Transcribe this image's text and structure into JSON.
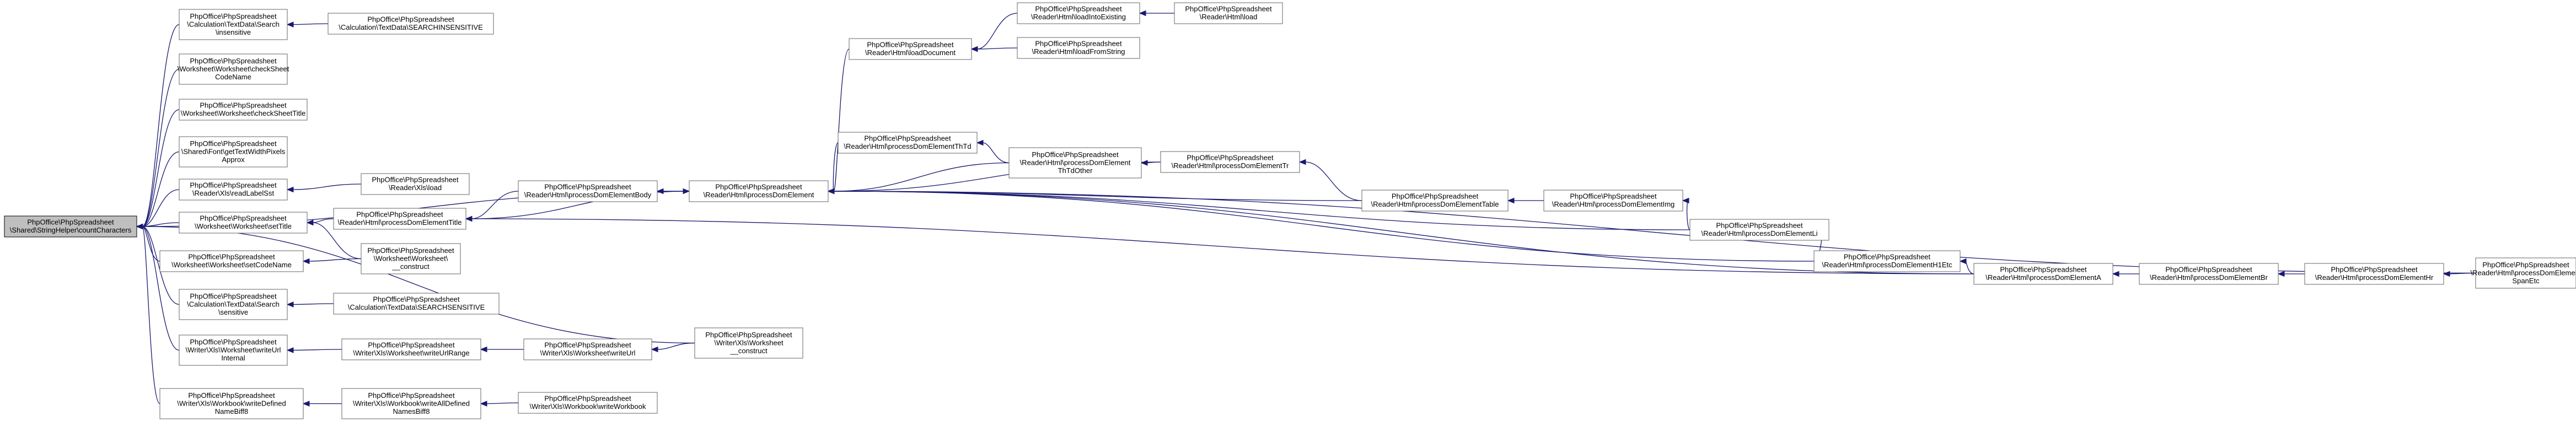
{
  "graph": {
    "title": "",
    "colors": {
      "edge": "#191970",
      "node_border": "#666666",
      "root_fill": "#bfbfbf",
      "background": "#ffffff"
    },
    "nodes": [
      {
        "id": "root",
        "lines": [
          "PhpOffice\\PhpSpreadsheet",
          "\\Shared\\StringHelper\\countCharacters"
        ],
        "root": true
      },
      {
        "id": "n1",
        "lines": [
          "PhpOffice\\PhpSpreadsheet",
          "\\Calculation\\TextData\\Search",
          "\\insensitive"
        ]
      },
      {
        "id": "n2",
        "lines": [
          "PhpOffice\\PhpSpreadsheet",
          "\\Calculation\\TextData\\SEARCHINSENSITIVE"
        ]
      },
      {
        "id": "n3",
        "lines": [
          "PhpOffice\\PhpSpreadsheet",
          "\\Worksheet\\Worksheet\\checkSheet",
          "CodeName"
        ]
      },
      {
        "id": "n4",
        "lines": [
          "PhpOffice\\PhpSpreadsheet",
          "\\Worksheet\\Worksheet\\checkSheetTitle"
        ]
      },
      {
        "id": "n5",
        "lines": [
          "PhpOffice\\PhpSpreadsheet",
          "\\Shared\\Font\\getTextWidthPixels",
          "Approx"
        ]
      },
      {
        "id": "n6",
        "lines": [
          "PhpOffice\\PhpSpreadsheet",
          "\\Reader\\Xls\\readLabelSst"
        ]
      },
      {
        "id": "n7",
        "lines": [
          "PhpOffice\\PhpSpreadsheet",
          "\\Reader\\Xls\\load"
        ]
      },
      {
        "id": "n8",
        "lines": [
          "PhpOffice\\PhpSpreadsheet",
          "\\Worksheet\\Worksheet\\setTitle"
        ]
      },
      {
        "id": "n9",
        "lines": [
          "PhpOffice\\PhpSpreadsheet",
          "\\Reader\\Html\\processDomElementTitle"
        ]
      },
      {
        "id": "n10",
        "lines": [
          "PhpOffice\\PhpSpreadsheet",
          "\\Worksheet\\Worksheet\\",
          "__construct"
        ]
      },
      {
        "id": "n11",
        "lines": [
          "PhpOffice\\PhpSpreadsheet",
          "\\Worksheet\\Worksheet\\setCodeName"
        ]
      },
      {
        "id": "n12",
        "lines": [
          "PhpOffice\\PhpSpreadsheet",
          "\\Calculation\\TextData\\Search",
          "\\sensitive"
        ]
      },
      {
        "id": "n13",
        "lines": [
          "PhpOffice\\PhpSpreadsheet",
          "\\Calculation\\TextData\\SEARCHSENSITIVE"
        ]
      },
      {
        "id": "n14",
        "lines": [
          "PhpOffice\\PhpSpreadsheet",
          "\\Writer\\Xls\\Worksheet\\writeUrl",
          "Internal"
        ]
      },
      {
        "id": "n15",
        "lines": [
          "PhpOffice\\PhpSpreadsheet",
          "\\Writer\\Xls\\Worksheet\\writeUrlRange"
        ]
      },
      {
        "id": "n16",
        "lines": [
          "PhpOffice\\PhpSpreadsheet",
          "\\Writer\\Xls\\Worksheet\\writeUrl"
        ]
      },
      {
        "id": "n17",
        "lines": [
          "PhpOffice\\PhpSpreadsheet",
          "\\Writer\\Xls\\Worksheet",
          "__construct"
        ]
      },
      {
        "id": "n18",
        "lines": [
          "PhpOffice\\PhpSpreadsheet",
          "\\Writer\\Xls\\Workbook\\writeDefined",
          "NameBiff8"
        ]
      },
      {
        "id": "n19",
        "lines": [
          "PhpOffice\\PhpSpreadsheet",
          "\\Writer\\Xls\\Workbook\\writeAllDefined",
          "NamesBiff8"
        ]
      },
      {
        "id": "n20",
        "lines": [
          "PhpOffice\\PhpSpreadsheet",
          "\\Writer\\Xls\\Workbook\\writeWorkbook"
        ]
      },
      {
        "id": "n21",
        "lines": [
          "PhpOffice\\PhpSpreadsheet",
          "\\Reader\\Html\\processDomElementBody"
        ]
      },
      {
        "id": "n22",
        "lines": [
          "PhpOffice\\PhpSpreadsheet",
          "\\Reader\\Html\\processDomElement"
        ]
      },
      {
        "id": "n23",
        "lines": [
          "PhpOffice\\PhpSpreadsheet",
          "\\Reader\\Html\\loadDocument"
        ]
      },
      {
        "id": "n24",
        "lines": [
          "PhpOffice\\PhpSpreadsheet",
          "\\Reader\\Html\\loadIntoExisting"
        ]
      },
      {
        "id": "n25",
        "lines": [
          "PhpOffice\\PhpSpreadsheet",
          "\\Reader\\Html\\load"
        ]
      },
      {
        "id": "n26",
        "lines": [
          "PhpOffice\\PhpSpreadsheet",
          "\\Reader\\Html\\loadFromString"
        ]
      },
      {
        "id": "n27",
        "lines": [
          "PhpOffice\\PhpSpreadsheet",
          "\\Reader\\Html\\processDomElementThTd"
        ]
      },
      {
        "id": "n28",
        "lines": [
          "PhpOffice\\PhpSpreadsheet",
          "\\Reader\\Html\\processDomElement",
          "ThTdOther"
        ]
      },
      {
        "id": "n29",
        "lines": [
          "PhpOffice\\PhpSpreadsheet",
          "\\Reader\\Html\\processDomElementTr"
        ]
      },
      {
        "id": "n30",
        "lines": [
          "PhpOffice\\PhpSpreadsheet",
          "\\Reader\\Html\\processDomElementTable"
        ]
      },
      {
        "id": "n31",
        "lines": [
          "PhpOffice\\PhpSpreadsheet",
          "\\Reader\\Html\\processDomElementImg"
        ]
      },
      {
        "id": "n32",
        "lines": [
          "PhpOffice\\PhpSpreadsheet",
          "\\Reader\\Html\\processDomElementLi"
        ]
      },
      {
        "id": "n33",
        "lines": [
          "PhpOffice\\PhpSpreadsheet",
          "\\Reader\\Html\\processDomElementH1Etc"
        ]
      },
      {
        "id": "n34",
        "lines": [
          "PhpOffice\\PhpSpreadsheet",
          "\\Reader\\Html\\processDomElementA"
        ]
      },
      {
        "id": "n35",
        "lines": [
          "PhpOffice\\PhpSpreadsheet",
          "\\Reader\\Html\\processDomElementBr"
        ]
      },
      {
        "id": "n36",
        "lines": [
          "PhpOffice\\PhpSpreadsheet",
          "\\Reader\\Html\\processDomElementHr"
        ]
      },
      {
        "id": "n37",
        "lines": [
          "PhpOffice\\PhpSpreadsheet",
          "\\Reader\\Html\\processDomElement",
          "SpanEtc"
        ]
      }
    ],
    "edges": [
      {
        "from": "n1",
        "to": "root"
      },
      {
        "from": "n3",
        "to": "root"
      },
      {
        "from": "n4",
        "to": "root"
      },
      {
        "from": "n5",
        "to": "root"
      },
      {
        "from": "n6",
        "to": "root"
      },
      {
        "from": "n8",
        "to": "root"
      },
      {
        "from": "n11",
        "to": "root"
      },
      {
        "from": "n12",
        "to": "root"
      },
      {
        "from": "n14",
        "to": "root"
      },
      {
        "from": "n18",
        "to": "root"
      },
      {
        "from": "n17",
        "to": "root"
      },
      {
        "from": "n22",
        "to": "root"
      },
      {
        "from": "n2",
        "to": "n1"
      },
      {
        "from": "n7",
        "to": "n6"
      },
      {
        "from": "n9",
        "to": "n8"
      },
      {
        "from": "n10",
        "to": "n8"
      },
      {
        "from": "n10",
        "to": "n11"
      },
      {
        "from": "n13",
        "to": "n12"
      },
      {
        "from": "n15",
        "to": "n14"
      },
      {
        "from": "n16",
        "to": "n15"
      },
      {
        "from": "n17",
        "to": "n16"
      },
      {
        "from": "n19",
        "to": "n18"
      },
      {
        "from": "n20",
        "to": "n19"
      },
      {
        "from": "n21",
        "to": "n9"
      },
      {
        "from": "n22",
        "to": "n9"
      },
      {
        "from": "n34",
        "to": "n9"
      },
      {
        "from": "n22",
        "to": "n21"
      },
      {
        "from": "n21",
        "to": "n22"
      },
      {
        "from": "n23",
        "to": "n22"
      },
      {
        "from": "n24",
        "to": "n23"
      },
      {
        "from": "n26",
        "to": "n23"
      },
      {
        "from": "n25",
        "to": "n24"
      },
      {
        "from": "n27",
        "to": "n22"
      },
      {
        "from": "n28",
        "to": "n22"
      },
      {
        "from": "n29",
        "to": "n22"
      },
      {
        "from": "n30",
        "to": "n22"
      },
      {
        "from": "n32",
        "to": "n22"
      },
      {
        "from": "n33",
        "to": "n22"
      },
      {
        "from": "n34",
        "to": "n22"
      },
      {
        "from": "n37",
        "to": "n22"
      },
      {
        "from": "n28",
        "to": "n27"
      },
      {
        "from": "n29",
        "to": "n28"
      },
      {
        "from": "n30",
        "to": "n29"
      },
      {
        "from": "n31",
        "to": "n30"
      },
      {
        "from": "n32",
        "to": "n31"
      },
      {
        "from": "n33",
        "to": "n32"
      },
      {
        "from": "n34",
        "to": "n33"
      },
      {
        "from": "n35",
        "to": "n34"
      },
      {
        "from": "n36",
        "to": "n35"
      },
      {
        "from": "n37",
        "to": "n36"
      }
    ]
  }
}
